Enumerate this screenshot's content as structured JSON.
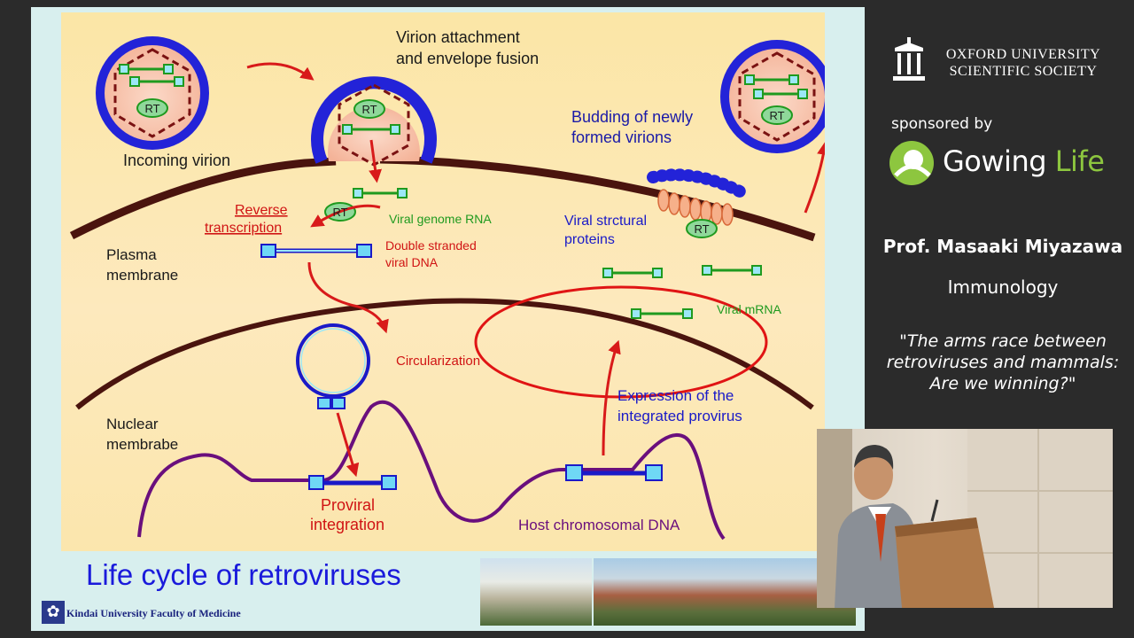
{
  "slide": {
    "title": "Life cycle of retroviruses",
    "institution": "Kindai University Faculty of Medicine",
    "labels": {
      "virion_attachment_1": "Virion attachment",
      "virion_attachment_2": "and envelope fusion",
      "incoming_virion": "Incoming virion",
      "budding_1": "Budding of newly",
      "budding_2": "formed virions",
      "reverse_1": "Reverse",
      "reverse_2": "transcription",
      "viral_genome_rna": "Viral genome RNA",
      "plasma_1": "Plasma",
      "plasma_2": "membrane",
      "ds_dna_1": "Double stranded",
      "ds_dna_2": "viral DNA",
      "structural_1": "Viral strctural",
      "structural_2": "proteins",
      "viral_mrna": "Viral mRNA",
      "circularization": "Circularization",
      "expression_1": "Expression of the",
      "expression_2": "integrated provirus",
      "nuclear_1": "Nuclear",
      "nuclear_2": "membrabe",
      "proviral_1": "Proviral",
      "proviral_2": "integration",
      "host_dna": "Host chromosomal DNA",
      "rt": "RT"
    }
  },
  "sidebar": {
    "org_line1": "OXFORD UNIVERSITY",
    "org_line2": "SCIENTIFIC SOCIETY",
    "sponsored_by": "sponsored by",
    "sponsor_part1": "Gowing ",
    "sponsor_part2": "Life",
    "speaker": "Prof. Masaaki Miyazawa",
    "field": "Immunology",
    "talk_title_1": "\"The arms race between",
    "talk_title_2": "retroviruses and mammals:",
    "talk_title_3": "Are we winning?\""
  },
  "colors": {
    "virion_bead": "#2323d8",
    "membrane": "#4a140e",
    "host_dna": "#6a0f7d",
    "arrow": "#d81a1a",
    "rna": "#1f9a1f",
    "sponsor_accent": "#8dc63f"
  }
}
